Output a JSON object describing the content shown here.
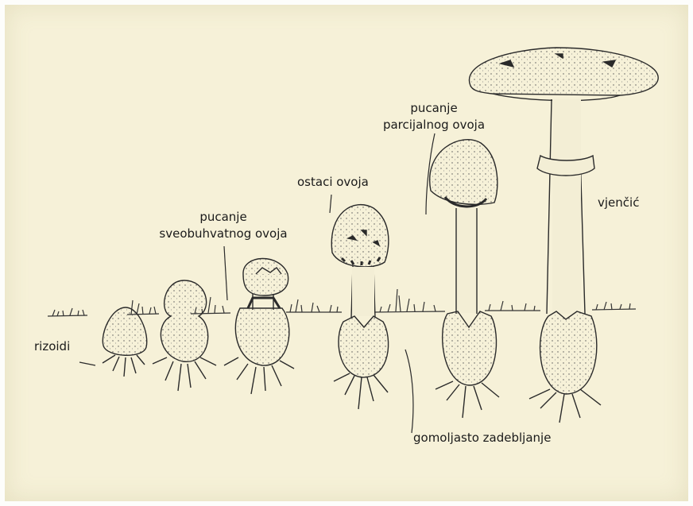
{
  "labels": {
    "rizoidi": "rizoidi",
    "pucanje_sveobuhvatnog_1": "pucanje",
    "pucanje_sveobuhvatnog_2": "sveobuhvatnog ovoja",
    "ostaci_ovoja": "ostaci ovoja",
    "pucanje_parcijalnog_1": "pucanje",
    "pucanje_parcijalnog_2": "parcijalnog ovoja",
    "vjencic": "vjenčić",
    "gomoljasto": "gomoljasto zadebljanje"
  },
  "colors": {
    "background": "#f6f1d8",
    "ink": "#2a2a2a",
    "fill": "#f3eed5"
  }
}
